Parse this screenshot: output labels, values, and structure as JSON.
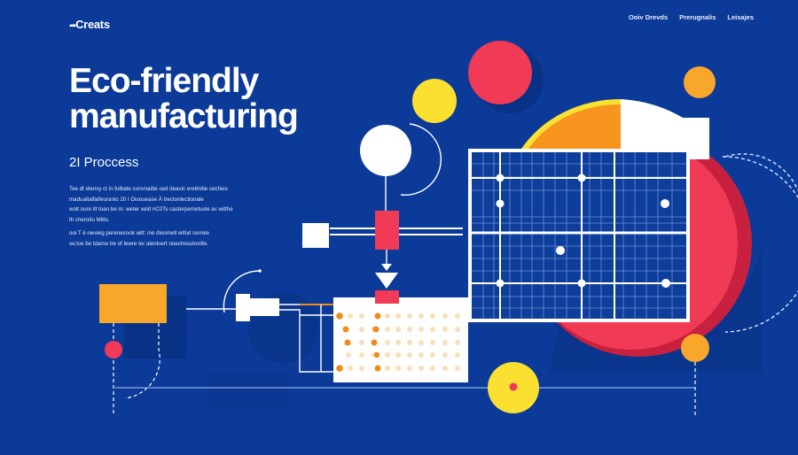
{
  "header": {
    "logo": "Creats",
    "nav": [
      {
        "label": "Ooiv Drevds"
      },
      {
        "label": "Prerugnalis"
      },
      {
        "label": "Leisajes"
      }
    ]
  },
  "hero": {
    "title_line1": "Eco-friendly",
    "title_line2": "manufacturing",
    "subtitle": "2I Proccess",
    "paragraph1": [
      "Tee dt elenvy ct in fulbate convnaitte ced deavic eretinitie cechies",
      "maduaitalfaifeuranio 20 I Diuouease À trectonlectionale",
      "wolt oure ilt toan be m: weter xeld nC0Ts casterpemetusle ac witthe",
      "th cheroito Mitts."
    ],
    "paragraph2": [
      "ooi T è nwvieg perenecnok witt: ine dioomell wifod cerrele",
      "se;loe be tdame tre of lewre ter alenloert ooechesulovitte."
    ]
  },
  "colors": {
    "background": "#0b3a98",
    "red": "#f03a56",
    "yellow": "#fbe032",
    "orange": "#f7941d",
    "amber": "#f9a72b",
    "white": "#ffffff",
    "panel_blue": "#0d3e9c",
    "shadow": "#08307f"
  },
  "illustration": {
    "elements": [
      "solar-panel",
      "red-circle",
      "yellow-circle",
      "orange-circle",
      "large-red-semicircle",
      "orange-quarter-circle",
      "white-circle-node",
      "red-valve-block",
      "down-arrow",
      "dotted-production-board",
      "syringe-pipe",
      "amber-block",
      "yellow-gauge"
    ]
  }
}
